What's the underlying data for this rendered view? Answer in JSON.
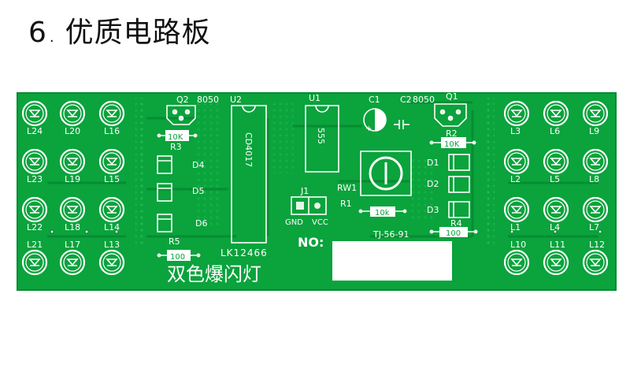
{
  "heading": {
    "number": "6",
    "separator": ".",
    "title": "优质电路板"
  },
  "board": {
    "colors": {
      "board": "#0aa33c",
      "board_dark": "#078a32",
      "silk": "#ffffff",
      "label_box": "#ffffff"
    },
    "led_labels_left": [
      "L24",
      "L20",
      "L16",
      "L23",
      "L19",
      "L15",
      "L22",
      "L18",
      "L14",
      "L21",
      "L17",
      "L13"
    ],
    "led_labels_right": [
      "L3",
      "L6",
      "L9",
      "L2",
      "L5",
      "L8",
      "L1",
      "L4",
      "L7",
      "L10",
      "L11",
      "L12"
    ],
    "component_labels": {
      "q2": "Q2",
      "q2_part": "8050",
      "q1": "Q1",
      "c2": "C2",
      "c2_part": "8050",
      "c1": "C1",
      "u2": "U2",
      "u1": "U1",
      "ic_cd4017": "CD4017",
      "ic_555": "555",
      "r3": "R3",
      "r3_val": "10K",
      "r2": "R2",
      "r2_val": "10K",
      "d4": "D4",
      "d5": "D5",
      "d6": "D6",
      "d1": "D1",
      "d2": "D2",
      "d3": "D3",
      "j1": "J1",
      "gnd": "GND",
      "vcc": "VCC",
      "rw1": "RW1",
      "r1": "R1",
      "r1_val": "10k",
      "r4": "R4",
      "r4_val": "100",
      "r5": "R5",
      "r5_val": "100"
    },
    "model_code": "LK12466",
    "board_id": "TJ-56-91",
    "no_label": "NO:",
    "product_name": "双色爆闪灯"
  }
}
